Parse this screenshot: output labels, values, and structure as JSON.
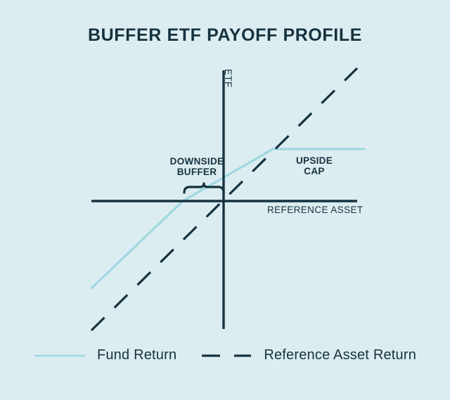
{
  "chart_data": {
    "type": "line",
    "title": "BUFFER ETF PAYOFF PROFILE",
    "xlabel": "REFERENCE ASSET",
    "ylabel": "ETF",
    "xlim": [
      -100,
      100
    ],
    "ylim": [
      -100,
      100
    ],
    "grid": false,
    "legend_position": "bottom",
    "axes": {
      "origin": [
        318,
        286
      ],
      "x_axis_from": [
        130,
        286
      ],
      "x_axis_to": [
        508,
        286
      ],
      "y_axis_from": [
        318,
        100
      ],
      "y_axis_to": [
        318,
        468
      ]
    },
    "annotations": [
      {
        "name": "downside-buffer",
        "text": "DOWNSIDE\nBUFFER",
        "x": 280,
        "y": 236
      },
      {
        "name": "upside-cap",
        "text": "UPSIDE\nCAP",
        "x": 447,
        "y": 235
      }
    ],
    "series": [
      {
        "name": "Fund Return",
        "style": "solid",
        "color": "#9fd8e1",
        "points": [
          {
            "x": -100,
            "y": -66,
            "px": [
              130,
              410
            ]
          },
          {
            "x": -31,
            "y": 0,
            "px": [
              260,
              286
            ]
          },
          {
            "x": 37,
            "y": 39,
            "px": [
              388,
              212
            ]
          },
          {
            "x": 106,
            "y": 39,
            "px": [
              518,
              212
            ]
          }
        ],
        "description": "Flat through the downside buffer, one-for-one participation, then capped on the upside"
      },
      {
        "name": "Reference Asset Return",
        "style": "dashed",
        "color": "#16323f",
        "points": [
          {
            "x": -100,
            "y": -98,
            "px": [
              130,
              470
            ]
          },
          {
            "x": 101,
            "y": 100,
            "px": [
              508,
              97
            ]
          }
        ],
        "description": "Unbuffered one-for-one reference asset return"
      }
    ],
    "brace": {
      "x_from": 262,
      "x_to": 318,
      "y": 268,
      "label": "DOWNSIDE BUFFER"
    }
  },
  "legend": {
    "items": [
      {
        "label": "Fund Return",
        "color": "#9fd8e1",
        "style": "solid"
      },
      {
        "label": "Reference Asset Return",
        "color": "#16323f",
        "style": "dashed"
      }
    ]
  },
  "colors": {
    "background": "#dcedf1",
    "ink": "#16323f",
    "accent": "#9fd8e1"
  }
}
